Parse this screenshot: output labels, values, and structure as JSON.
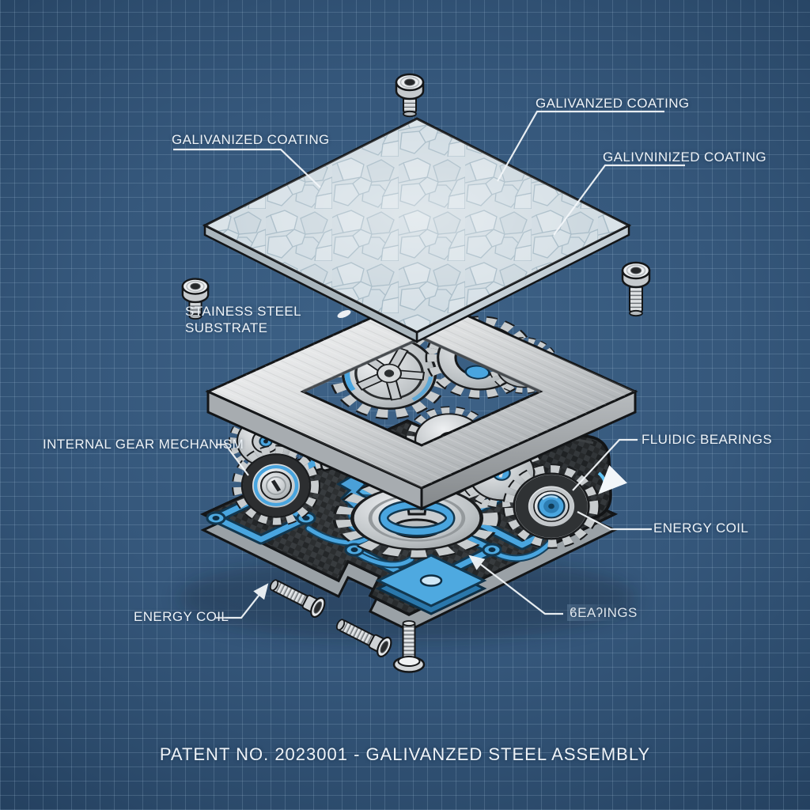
{
  "diagram": {
    "title": "PATENT NO. 2023001 - GALIVANZED STEEL ASSEMBLY",
    "labels": {
      "coating_top": "GALIVANZED COATING",
      "coating_left": "GALIVANIZED COATING",
      "coating_right": "GALIVNINIZED COATING",
      "substrate_line1": "STAINESS STEEL",
      "substrate_line2": "SUBSTRATE",
      "internal_gear_mechanism": "INTERNAL GEAR MECHANISM",
      "fluidic_bearings": "FLUIDIC BEARINGS",
      "energy_coil_right": "ENERGY COIL",
      "energy_coil_left": "ENERGY COIL",
      "bearings": "ϐEAʔINGS"
    },
    "colors": {
      "background_blue": "#33587c",
      "grid_line": "#7fa3c2",
      "label_text": "#edf2f7",
      "accent_blue": "#4aa5de",
      "steel": "#d3d7d9",
      "carbon_fiber": "#2c2f31",
      "galvanized_plate": "#ccd8df"
    }
  }
}
